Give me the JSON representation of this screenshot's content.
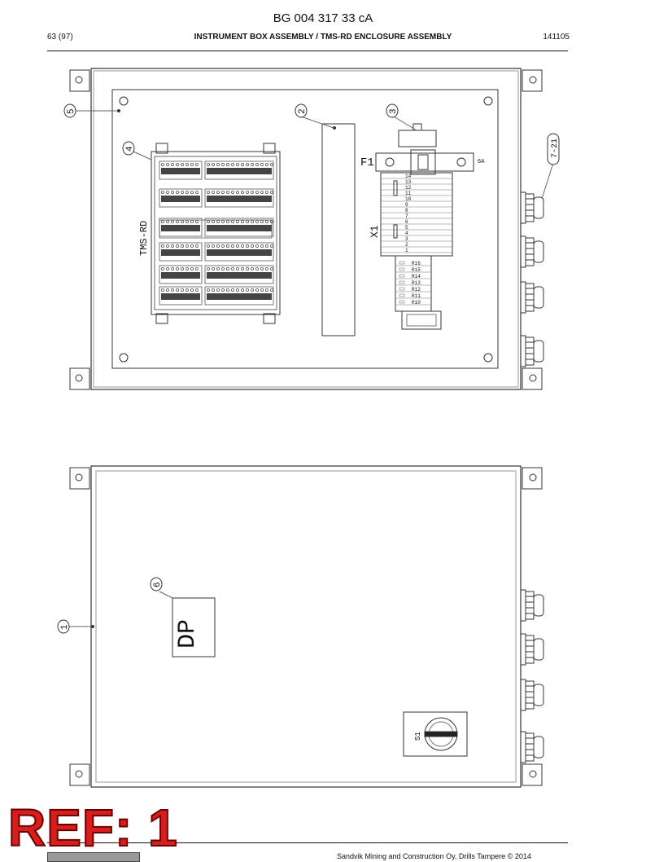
{
  "header": {
    "doc_number": "BG 004 317 33 cA",
    "page": "63 (97)",
    "title": "INSTRUMENT BOX ASSEMBLY / TMS-RD ENCLOSURE ASSEMBLY",
    "code": "141105"
  },
  "callouts": {
    "c1": "1",
    "c2": "2",
    "c3": "3",
    "c4": "4",
    "c5": "5",
    "c6": "6",
    "c7": "7-21"
  },
  "labels": {
    "tms": "TMS-RD",
    "fuse": "F1",
    "fuse_rating": "6A",
    "terminal": "X1",
    "dp": "DP",
    "switch": "S1"
  },
  "terminals": {
    "top": [
      "14",
      "13",
      "12",
      "11",
      "10",
      "9",
      "8",
      "7",
      "6",
      "5",
      "4",
      "3",
      "2",
      "1"
    ],
    "relays": [
      "R16",
      "R15",
      "R14",
      "R13",
      "R12",
      "R11",
      "R10"
    ]
  },
  "stamp": "REF: 1",
  "footer": "Sandvik Mining and Construction Oy, Drills Tampere © 2014"
}
